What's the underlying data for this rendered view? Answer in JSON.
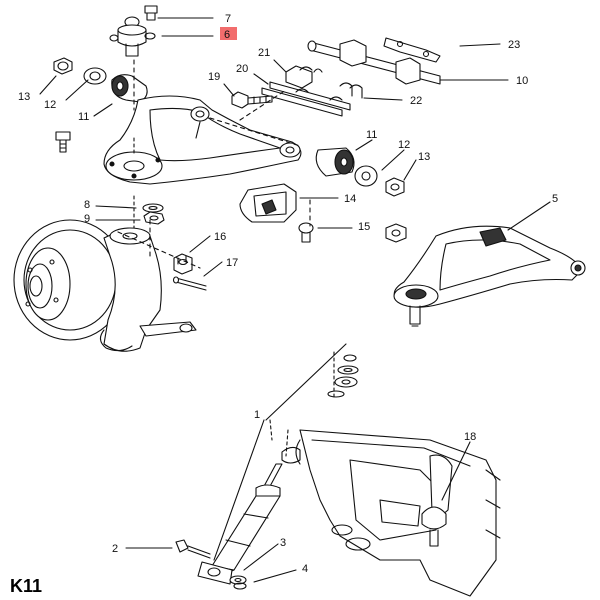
{
  "diagram": {
    "page_code": "K11",
    "highlighted_callout": "6",
    "highlight_color": "#f26d6d",
    "callouts": {
      "c7": "7",
      "c6": "6",
      "c21": "21",
      "c23": "23",
      "c13a": "13",
      "c12a": "12",
      "c20": "20",
      "c19": "19",
      "c22": "22",
      "c10": "10",
      "c11a": "11",
      "c11b": "11",
      "c12b": "12",
      "c13b": "13",
      "c14": "14",
      "c5": "5",
      "c8": "8",
      "c9": "9",
      "c15": "15",
      "c16": "16",
      "c17": "17",
      "c1": "1",
      "c18": "18",
      "c2": "2",
      "c3": "3",
      "c4": "4"
    }
  }
}
